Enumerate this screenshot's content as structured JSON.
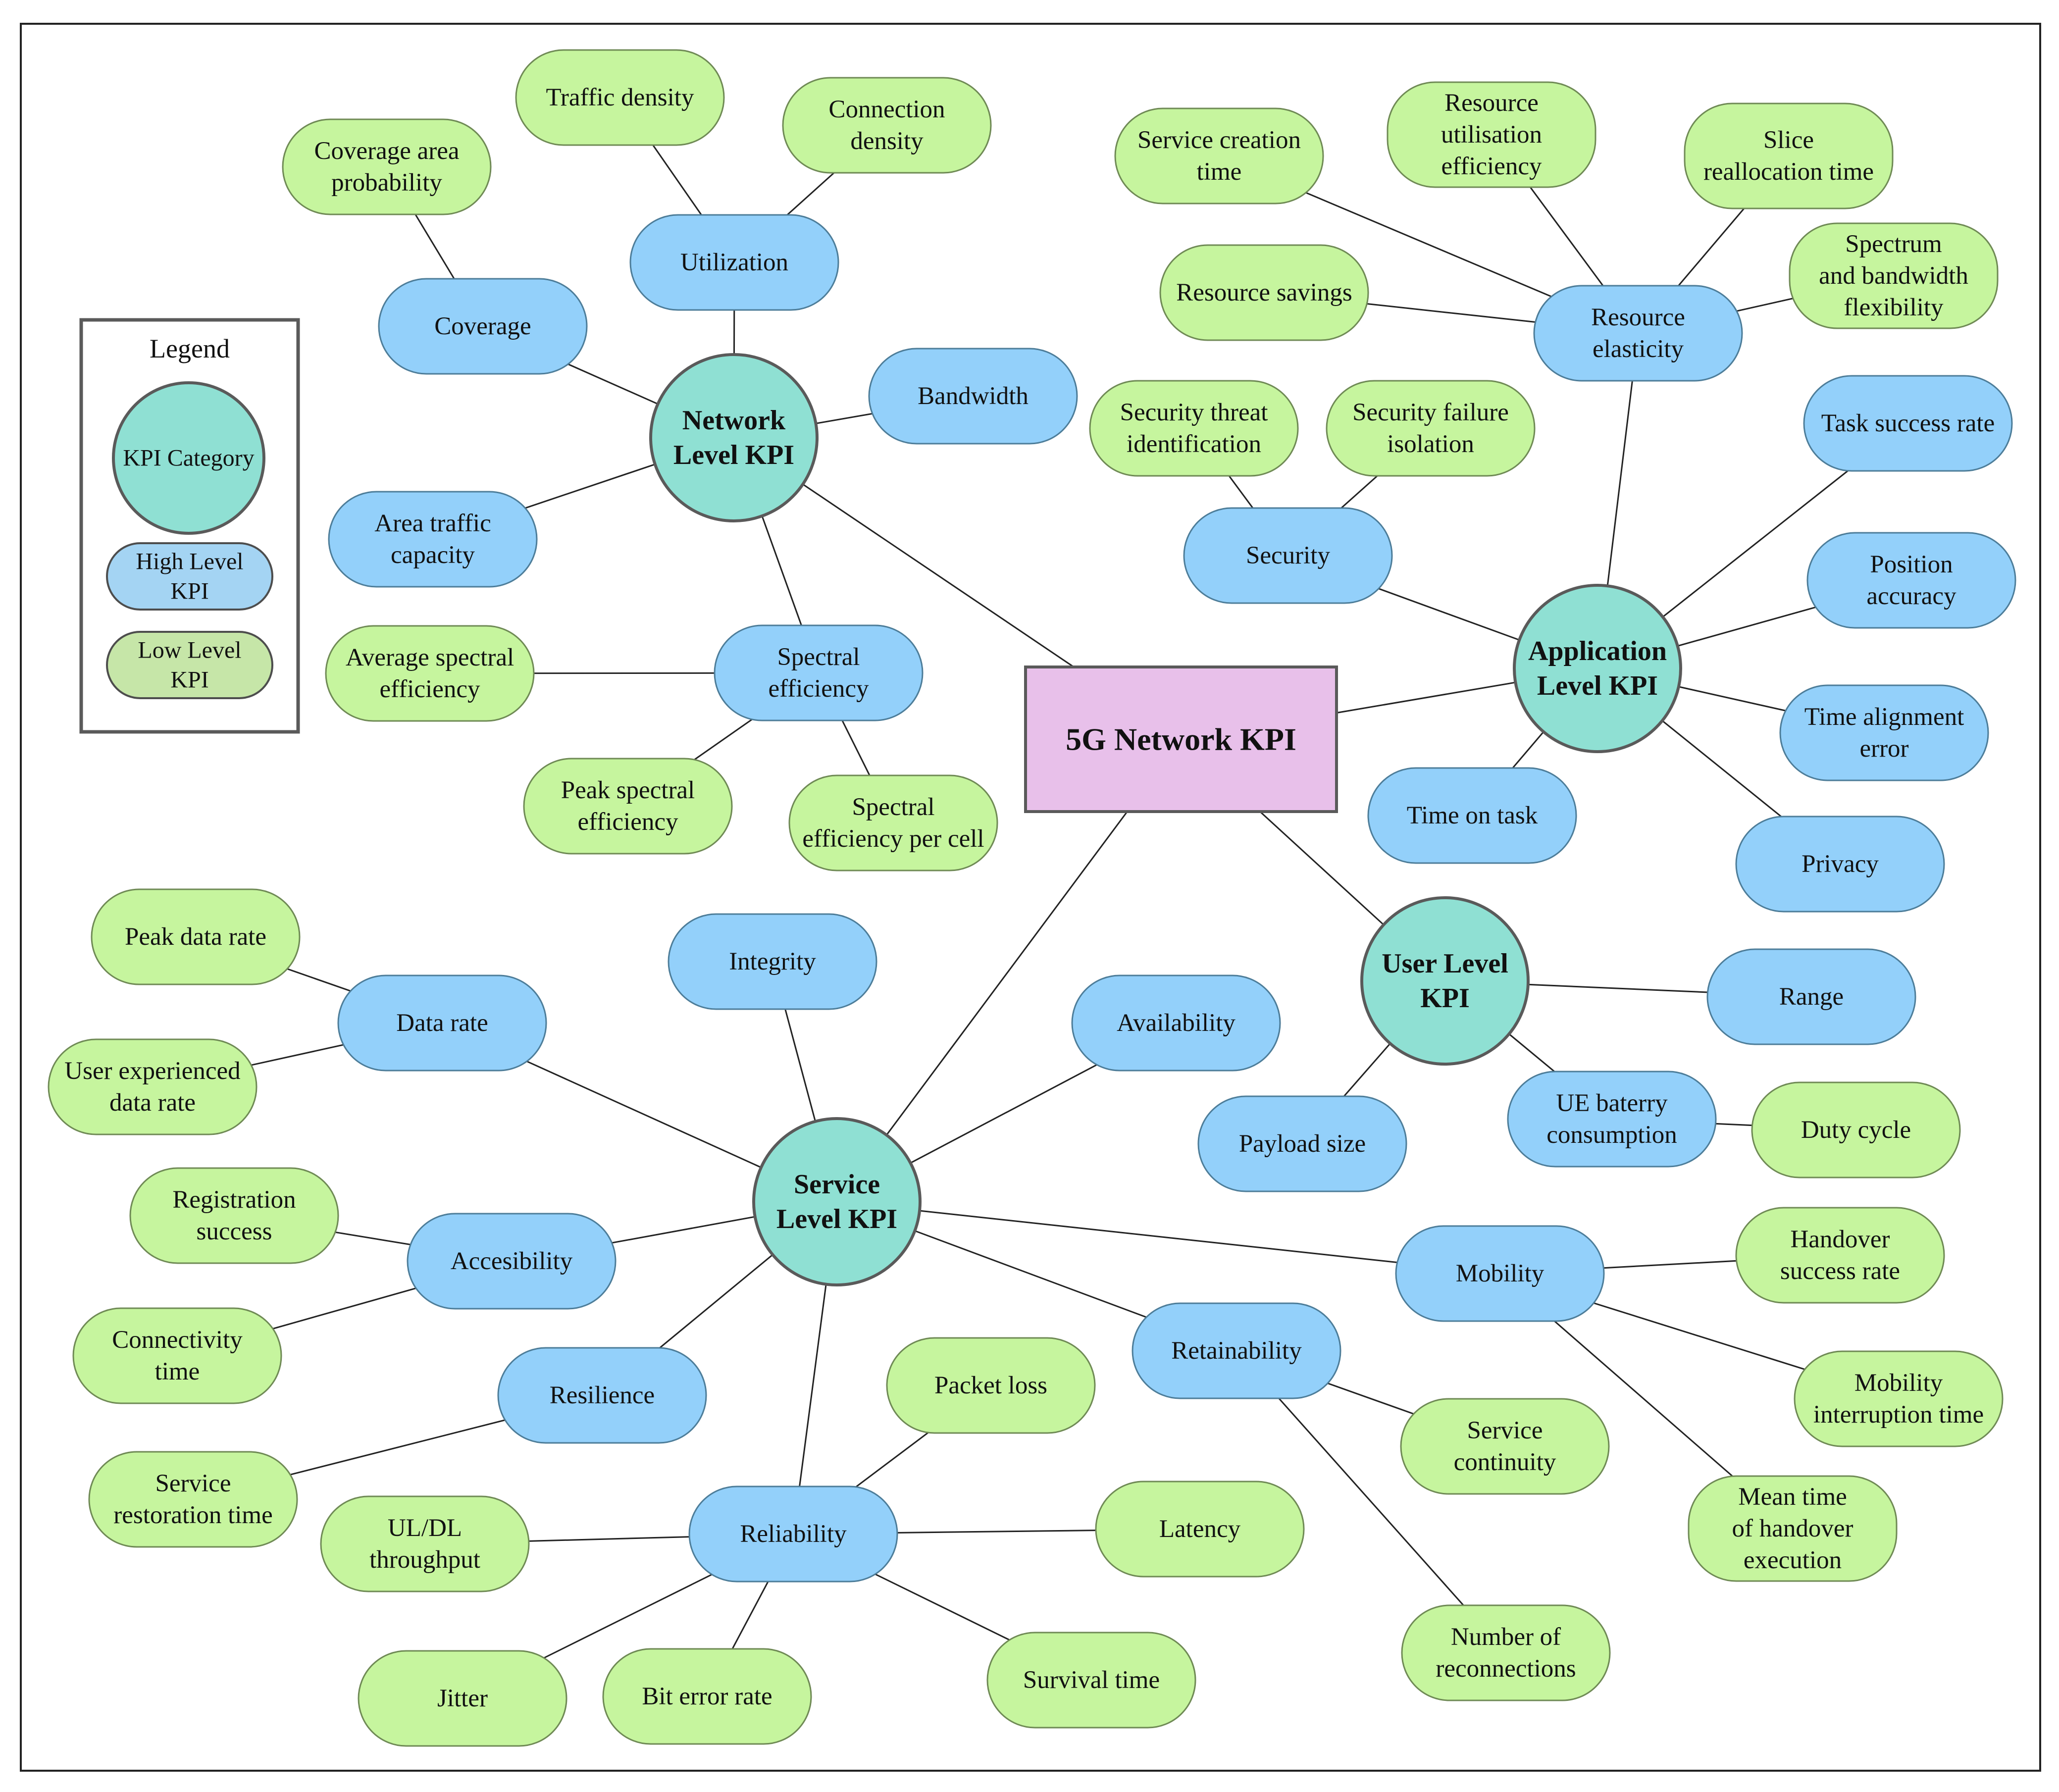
{
  "title": "5G Network KPI",
  "colors": {
    "root_fill": "#e8c0ea",
    "category_fill": "#8fe0d3",
    "high_fill": "#93d0fa",
    "low_fill": "#c6f59e",
    "legend_high_fill": "#a4d4f3",
    "legend_low_fill": "#c6e6a8"
  },
  "legend": {
    "title": "Legend",
    "category": "KPI Category",
    "high": [
      "High Level",
      "KPI"
    ],
    "low": [
      "Low Level",
      "KPI"
    ]
  },
  "categories": {
    "network": [
      "Network",
      "Level KPI"
    ],
    "application": [
      "Application",
      "Level KPI"
    ],
    "user": [
      "User Level",
      "KPI"
    ],
    "service": [
      "Service",
      "Level KPI"
    ]
  },
  "high_level": {
    "utilization": [
      "Utilization"
    ],
    "coverage": [
      "Coverage"
    ],
    "bandwidth": [
      "Bandwidth"
    ],
    "area_traffic": [
      "Area traffic",
      "capacity"
    ],
    "spectral": [
      "Spectral",
      "efficiency"
    ],
    "resource_elasticity": [
      "Resource",
      "elasticity"
    ],
    "task_success": [
      "Task success rate"
    ],
    "security": [
      "Security"
    ],
    "position": [
      "Position",
      "accuracy"
    ],
    "time_alignment": [
      "Time alignment",
      "error"
    ],
    "time_on_task": [
      "Time on task"
    ],
    "privacy": [
      "Privacy"
    ],
    "range": [
      "Range"
    ],
    "payload": [
      "Payload size"
    ],
    "ue_battery": [
      "UE baterry",
      "consumption"
    ],
    "integrity": [
      "Integrity"
    ],
    "data_rate": [
      "Data rate"
    ],
    "availability": [
      "Availability"
    ],
    "accessibility": [
      "Accesibility"
    ],
    "mobility": [
      "Mobility"
    ],
    "resilience": [
      "Resilience"
    ],
    "retainability": [
      "Retainability"
    ],
    "reliability": [
      "Reliability"
    ]
  },
  "low_level": {
    "traffic_density": [
      "Traffic density"
    ],
    "connection_density": [
      "Connection",
      "density"
    ],
    "coverage_prob": [
      "Coverage area",
      "probability"
    ],
    "avg_spectral": [
      "Average spectral",
      "efficiency"
    ],
    "peak_spectral": [
      "Peak spectral",
      "efficiency"
    ],
    "spectral_per_cell": [
      "Spectral",
      "efficiency per cell"
    ],
    "service_creation": [
      "Service creation",
      "time"
    ],
    "resource_util": [
      "Resource",
      "utilisation",
      "efficiency"
    ],
    "slice_realloc": [
      "Slice",
      "reallocation time"
    ],
    "resource_savings": [
      "Resource savings"
    ],
    "spectrum_flex": [
      "Spectrum",
      "and bandwidth",
      "flexibility"
    ],
    "sec_threat": [
      "Security threat",
      "identification"
    ],
    "sec_failure": [
      "Security failure",
      "isolation"
    ],
    "duty_cycle": [
      "Duty cycle"
    ],
    "peak_data_rate": [
      "Peak data rate"
    ],
    "user_exp_rate": [
      "User experienced",
      "data rate"
    ],
    "registration": [
      "Registration",
      "success"
    ],
    "connectivity_time": [
      "Connectivity",
      "time"
    ],
    "handover_success": [
      "Handover",
      "success rate"
    ],
    "mobility_interruption": [
      "Mobility",
      "interruption time"
    ],
    "mean_handover": [
      "Mean time",
      "of handover",
      "execution"
    ],
    "service_restoration": [
      "Service",
      "restoration time"
    ],
    "packet_loss": [
      "Packet loss"
    ],
    "service_continuity": [
      "Service",
      "continuity"
    ],
    "ul_dl": [
      "UL/DL",
      "throughput"
    ],
    "latency": [
      "Latency"
    ],
    "jitter": [
      "Jitter"
    ],
    "ber": [
      "Bit error rate"
    ],
    "survival_time": [
      "Survival time"
    ],
    "reconnections": [
      "Number of",
      "reconnections"
    ]
  }
}
